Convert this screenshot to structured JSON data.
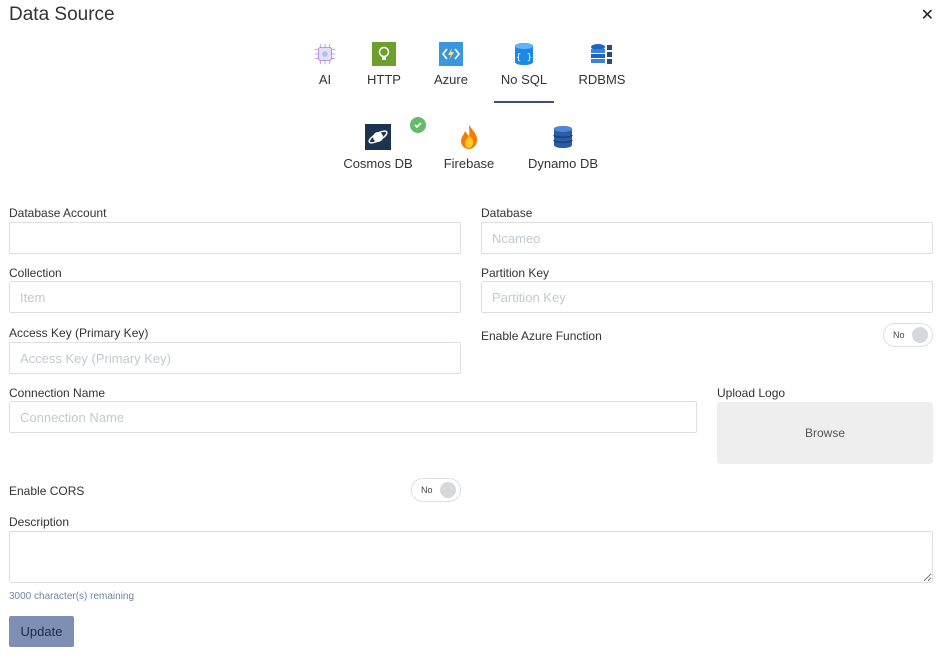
{
  "dialog": {
    "title": "Data Source",
    "close_glyph": "✕"
  },
  "tabs": [
    {
      "label": "AI",
      "icon": "ai-chip-icon"
    },
    {
      "label": "HTTP",
      "icon": "http-globe-icon"
    },
    {
      "label": "Azure",
      "icon": "azure-function-icon"
    },
    {
      "label": "No SQL",
      "icon": "nosql-database-icon",
      "active": true
    },
    {
      "label": "RDBMS",
      "icon": "rdbms-database-icon"
    }
  ],
  "sources": [
    {
      "label": "Cosmos DB",
      "icon": "cosmos-db-icon",
      "selected": true
    },
    {
      "label": "Firebase",
      "icon": "firebase-flame-icon"
    },
    {
      "label": "Dynamo DB",
      "icon": "dynamo-db-icon"
    }
  ],
  "form": {
    "database_account": {
      "label": "Database Account",
      "value": "",
      "placeholder": ""
    },
    "database": {
      "label": "Database",
      "value": "",
      "placeholder": "Ncameo"
    },
    "collection": {
      "label": "Collection",
      "value": "",
      "placeholder": "Item"
    },
    "partition_key": {
      "label": "Partition Key",
      "value": "",
      "placeholder": "Partition Key"
    },
    "access_key": {
      "label": "Access Key (Primary Key)",
      "value": "",
      "placeholder": "Access Key (Primary Key)"
    },
    "azure_function": {
      "label": "Enable Azure Function",
      "state": "No"
    },
    "connection_name": {
      "label": "Connection Name",
      "value": "",
      "placeholder": "Connection Name"
    },
    "upload_logo": {
      "label": "Upload Logo",
      "button": "Browse"
    },
    "cors": {
      "label": "Enable CORS",
      "state": "No"
    },
    "description": {
      "label": "Description",
      "value": "",
      "remaining": "3000 character(s) remaining"
    },
    "submit_label": "Update"
  },
  "colors": {
    "accent": "#3d4f7a",
    "button": "#7e8fb4",
    "success": "#66bb6a",
    "counter": "#6f86a8"
  }
}
